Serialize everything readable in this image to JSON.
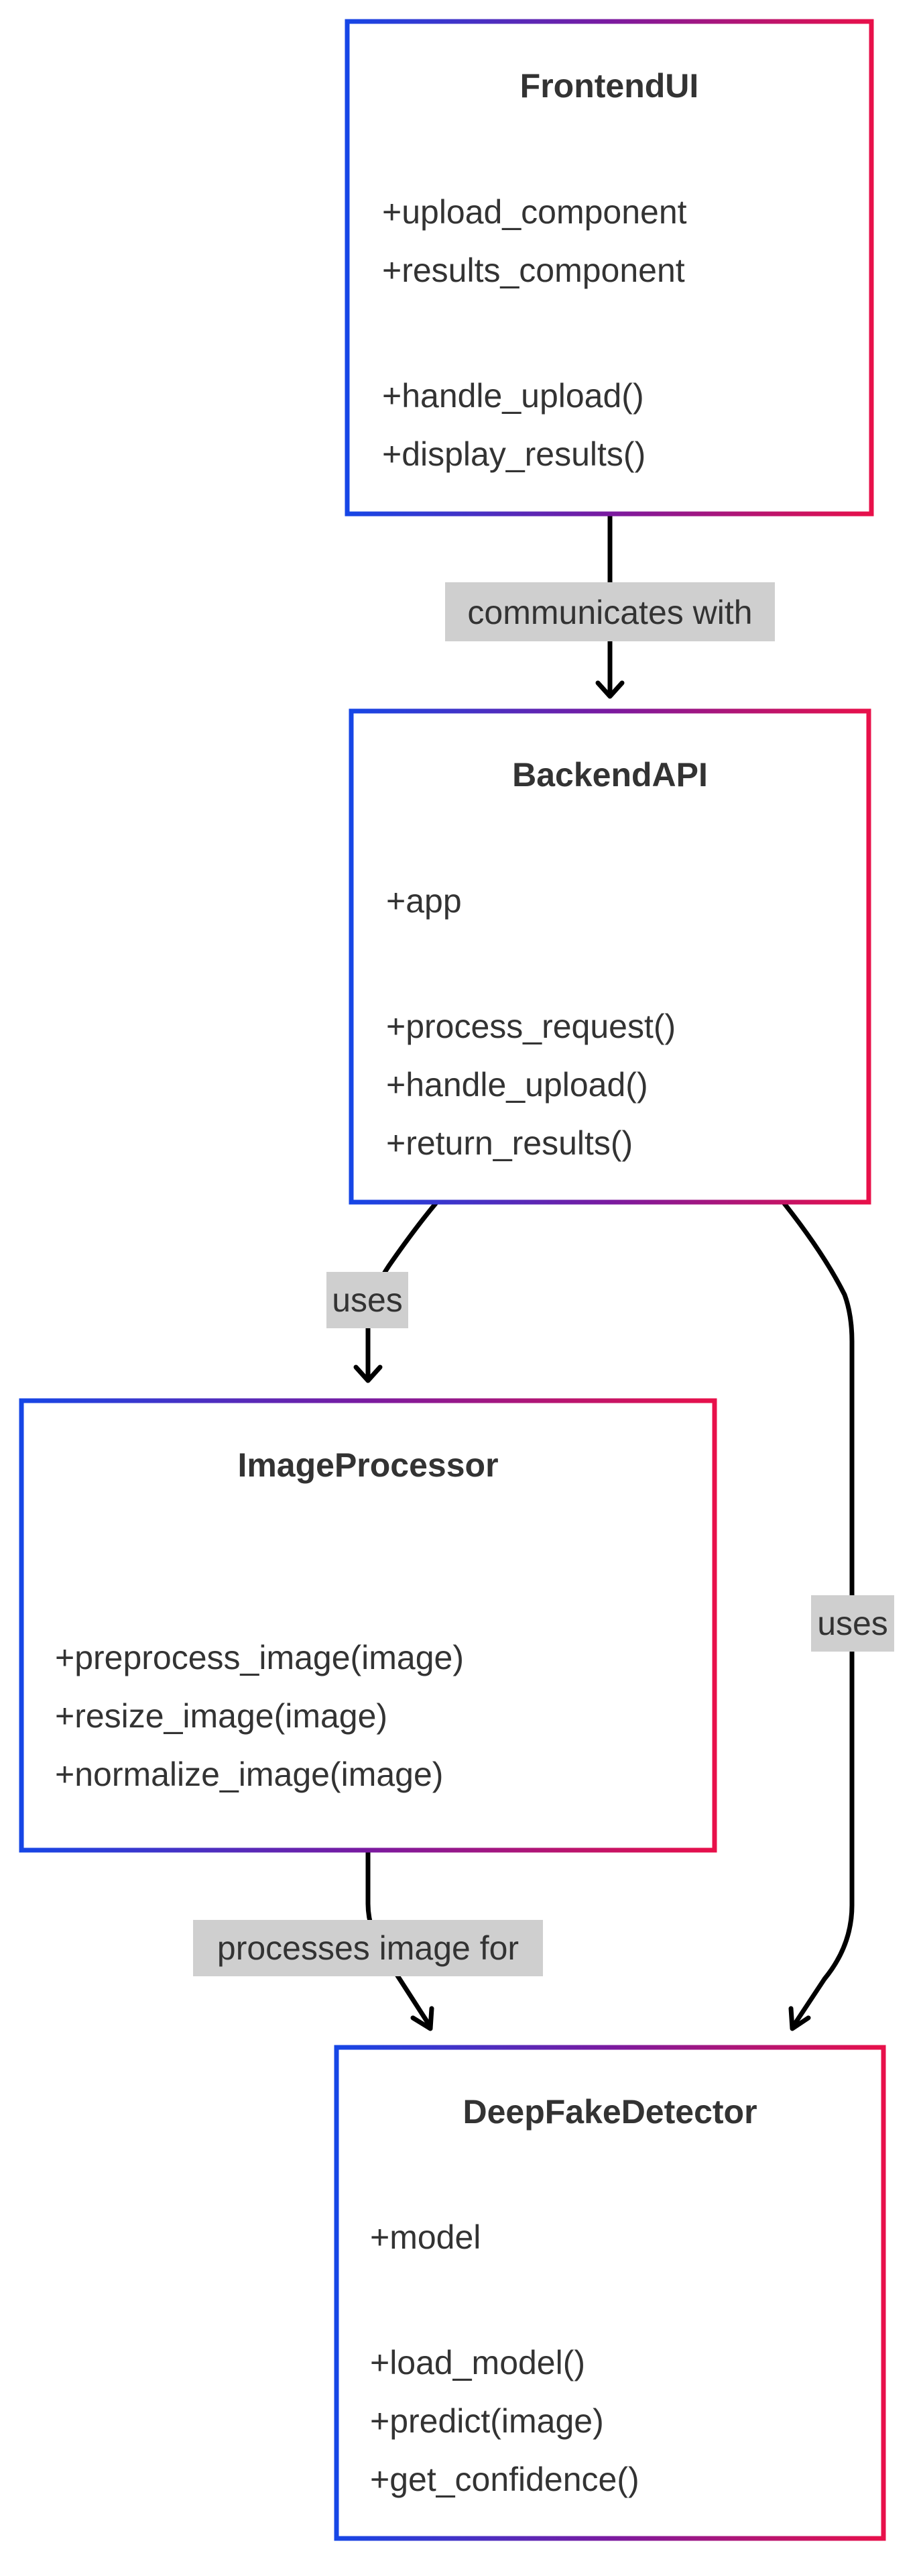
{
  "colors": {
    "border_start": "#1646e6",
    "border_mid": "#7a1aa0",
    "border_end": "#e8104a",
    "label_bg": "#cfcfcf",
    "edge": "#000000",
    "text": "#333333"
  },
  "classes": {
    "frontend": {
      "name": "FrontendUI",
      "attributes": [
        "+upload_component",
        "+results_component"
      ],
      "methods": [
        "+handle_upload()",
        "+display_results()"
      ]
    },
    "backend": {
      "name": "BackendAPI",
      "attributes": [
        "+app"
      ],
      "methods": [
        "+process_request()",
        "+handle_upload()",
        "+return_results()"
      ]
    },
    "processor": {
      "name": "ImageProcessor",
      "attributes": [],
      "methods": [
        "+preprocess_image(image)",
        "+resize_image(image)",
        "+normalize_image(image)"
      ]
    },
    "detector": {
      "name": "DeepFakeDetector",
      "attributes": [
        "+model"
      ],
      "methods": [
        "+load_model()",
        "+predict(image)",
        "+get_confidence()"
      ]
    }
  },
  "relations": {
    "frontend_backend": {
      "from": "FrontendUI",
      "to": "BackendAPI",
      "label": "communicates with"
    },
    "backend_processor": {
      "from": "BackendAPI",
      "to": "ImageProcessor",
      "label": "uses"
    },
    "backend_detector": {
      "from": "BackendAPI",
      "to": "DeepFakeDetector",
      "label": "uses"
    },
    "processor_detector": {
      "from": "ImageProcessor",
      "to": "DeepFakeDetector",
      "label": "processes image for"
    }
  }
}
